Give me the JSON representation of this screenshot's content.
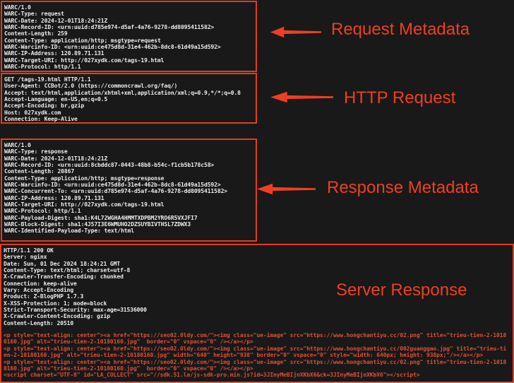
{
  "colors": {
    "background": "#191919",
    "terminal_text": "#ededed",
    "annotation_red": "#ef3f22",
    "box_border_red": "#e53b1e",
    "html_body_red": "#dd4f38"
  },
  "sections": [
    {
      "name": "request-metadata",
      "label": "Request Metadata",
      "lines": [
        "WARC/1.0",
        "WARC-Type: request",
        "WARC-Date: 2024-12-01T18:24:21Z",
        "WARC-Record-ID: <urn:uuid:d785e974-d5af-4a76-9278-dd8095411582>",
        "Content-Length: 259",
        "Content-Type: application/http; msgtype=request",
        "WARC-Warcinfo-ID: <urn:uuid:ce475d8d-31e4-462b-8dc8-61d49a15d592>",
        "WARC-IP-Address: 120.89.71.131",
        "WARC-Target-URI: http://027xydk.com/tags-19.html",
        "WARC-Protocol: http/1.1"
      ]
    },
    {
      "name": "http-request",
      "label": "HTTP Request",
      "lines": [
        "GET /tags-19.html HTTP/1.1",
        "User-Agent: CCBot/2.0 (https://commoncrawl.org/faq/)",
        "Accept: text/html,application/xhtml+xml,application/xml;q=0.9,*/*;q=0.8",
        "Accept-Language: en-US,en;q=0.5",
        "Accept-Encoding: br,gzip",
        "Host: 027xydk.com",
        "Connection: Keep-Alive"
      ]
    },
    {
      "name": "response-metadata",
      "label": "Response Metadata",
      "lines": [
        "WARC/1.0",
        "WARC-Type: response",
        "WARC-Date: 2024-12-01T18:24:21Z",
        "WARC-Record-ID: <urn:uuid:8cbddc87-0443-48b8-b54c-f1cb5b178c58>",
        "Content-Length: 20867",
        "Content-Type: application/http; msgtype=response",
        "WARC-Warcinfo-ID: <urn:uuid:ce475d8d-31e4-462b-8dc8-61d49a15d592>",
        "WARC-Concurrent-To: <urn:uuid:d785e974-d5af-4a76-9278-dd8095411582>",
        "WARC-IP-Address: 120.89.71.131",
        "WARC-Target-URI: http://027xydk.com/tags-19.html",
        "WARC-Protocol: http/1.1",
        "WARC-Payload-Digest: sha1:K4L72WGHA4HMMTXDPBM2YRO6R5VXJFI7",
        "WARC-Block-Digest: sha1:4J57I3E6WMUHO2DZSUYBIVTHSL7ZDWX3",
        "WARC-Identified-Payload-Type: text/html"
      ]
    },
    {
      "name": "server-response",
      "label": "Server Response",
      "header_lines": [
        "HTTP/1.1 200 OK",
        "Server: nginx",
        "Date: Sun, 01 Dec 2024 18:24:21 GMT",
        "Content-Type: text/html; charset=utf-8",
        "X-Crawler-Transfer-Encoding: chunked",
        "Connection: keep-alive",
        "Vary: Accept-Encoding",
        "Product: Z-BlogPHP 1.7.3",
        "X-XSS-Protection: 1; mode=block",
        "Strict-Transport-Security: max-age=31536000",
        "X-Crawler-Content-Encoding: gzip",
        "Content-Length: 20510"
      ],
      "html_lines": [
        "<p style=\"text-align: center\"><a href=\"https://seo02.0ldy.com/\"><img class=\"ue-image\" src=\"https://www.hongchantiyu.cc/02.png\" title=\"trieu-tien-2-1018",
        "0160.jpg\" alt=\"trieu-tien-2-10180160.jpg\"  border=\"0\" vspace=\"0\" /></a></p>",
        "<p style=\"text-align: center\"><a href=\"https://seo02.0ldy.com/\"><img class=\"ue-image\" src=\"https://www.hongchantiyu.cc/002guanggao.jpg\" title=\"trieu-ti",
        "en-2-10180160.jpg\" alt=\"trieu-tien-2-10180160.jpg\" width=\"640\" height=\"938\" border=\"0\" vspace=\"0\" style=\"width: 640px; height: 938px;\"/></a></p>",
        "<p style=\"text-align: center\"><a href=\"https://seo02.0ldy.com/\"><img class=\"ue-image\" src=\"https://www.hongchantiyu.cc/02.png\" title=\"trieu-tien-2-1018",
        "0160.jpg\" alt=\"trieu-tien-2-10180160.jpg\"  border=\"0\" vspace=\"0\" /></a></p>",
        "<script charset=\"UTF-8\" id=\"LA_COLLECT\" src=\"//sdk.51.la/js-sdk-pro.min.js?id=3JInyMeBIjnXKbX6&ck=3JInyMeBIjnXKbX6\"></script>"
      ]
    }
  ]
}
